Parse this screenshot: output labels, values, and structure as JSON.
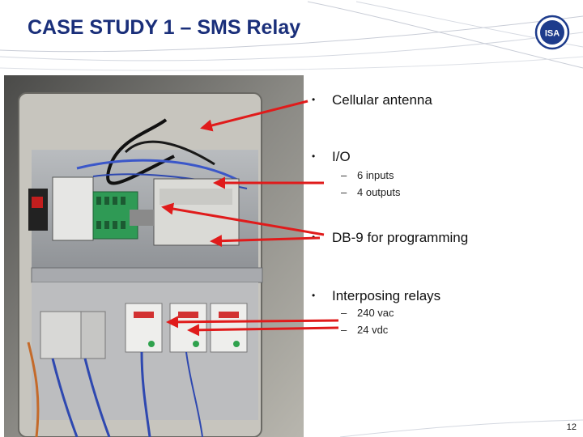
{
  "slide": {
    "title": "CASE STUDY 1 – SMS Relay",
    "logo_text": "ISA",
    "page_number": "12",
    "colors": {
      "title": "#1a2f7a",
      "arrow": "#e01b1b",
      "logo": "#1e3c8c"
    }
  },
  "bullets": [
    {
      "text": "Cellular antenna",
      "subitems": []
    },
    {
      "text": "I/O",
      "subitems": [
        "6 inputs",
        "4 outputs"
      ]
    },
    {
      "text": "DB-9 for programming",
      "subitems": []
    },
    {
      "text": "Interposing relays",
      "subitems": [
        "240 vac",
        "24 vdc"
      ]
    }
  ],
  "symbols": {
    "bullet": "•",
    "dash": "–"
  },
  "photo": {
    "subject": "control-panel-enclosure-photo"
  }
}
